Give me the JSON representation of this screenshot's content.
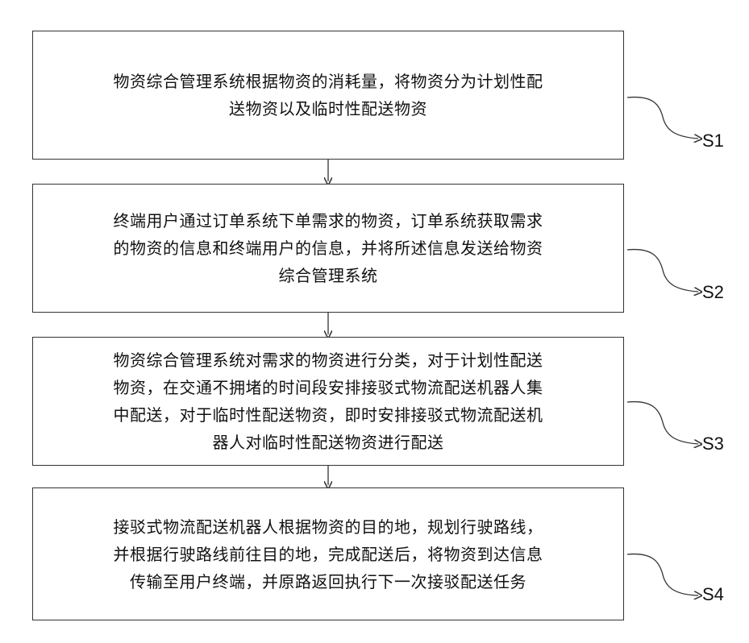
{
  "steps": [
    {
      "id": "S1",
      "text": "物资综合管理系统根据物资的消耗量，将物资分为计划性配\n送物资以及临时性配送物资"
    },
    {
      "id": "S2",
      "text": "终端用户通过订单系统下单需求的物资，订单系统获取需求\n的物资的信息和终端用户的信息，并将所述信息发送给物资\n综合管理系统"
    },
    {
      "id": "S3",
      "text": "物资综合管理系统对需求的物资进行分类，对于计划性配送\n物资，在交通不拥堵的时间段安排接驳式物流配送机器人集\n中配送，对于临时性配送物资，即时安排接驳式物流配送机\n器人对临时性配送物资进行配送"
    },
    {
      "id": "S4",
      "text": "接驳式物流配送机器人根据物资的目的地，规划行驶路线，\n并根据行驶路线前往目的地，完成配送后，将物资到达信息\n传输至用户终端，并原路返回执行下一次接驳配送任务"
    }
  ]
}
